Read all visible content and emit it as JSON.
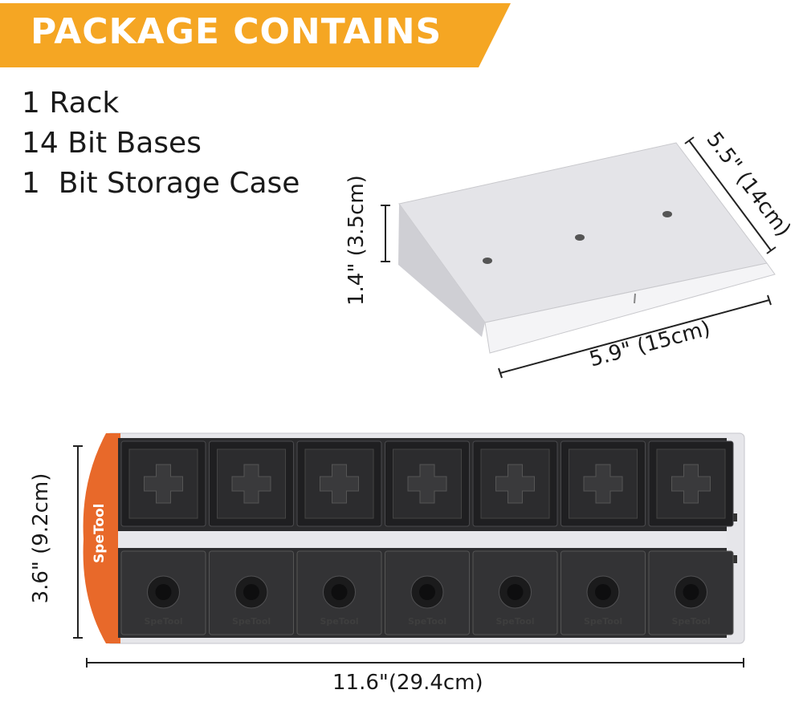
{
  "banner": {
    "title": "PACKAGE CONTAINS",
    "color": "#f5a623"
  },
  "contents": [
    "1 Rack",
    "14 Bit Bases",
    "1  Bit Storage Case"
  ],
  "rack": {
    "height_label": "1.4\" (3.5cm)",
    "depth_label": "5.5\" (14cm)",
    "width_label": "5.9\" (15cm)"
  },
  "storage_case": {
    "brand": "SpeTool",
    "bit_base_label": "SpeTool",
    "height_label": "3.6\" (9.2cm)",
    "width_label": "11.6\"(29.4cm)",
    "accent_color": "#e8692a"
  }
}
